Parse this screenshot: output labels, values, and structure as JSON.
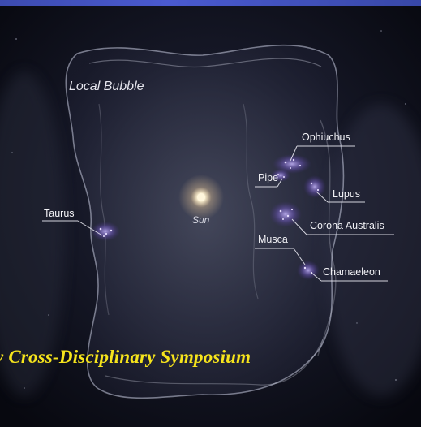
{
  "labels": {
    "local_bubble": "Local Bubble",
    "sun": "Sun",
    "taurus": "Taurus",
    "ophiuchus": "Ophiuchus",
    "pipe": "Pipe",
    "lupus": "Lupus",
    "corona_australis": "Corona Australis",
    "musca": "Musca",
    "chamaeleon": "Chamaeleon"
  },
  "caption": "y Cross-Disciplinary Symposium",
  "colors": {
    "caption": "#f6e41c",
    "top_band": "#4a5ad0",
    "cloud_glow": "#8a78e0",
    "sun_core": "#fff6dc",
    "bubble_edge": "#c8cce0"
  }
}
